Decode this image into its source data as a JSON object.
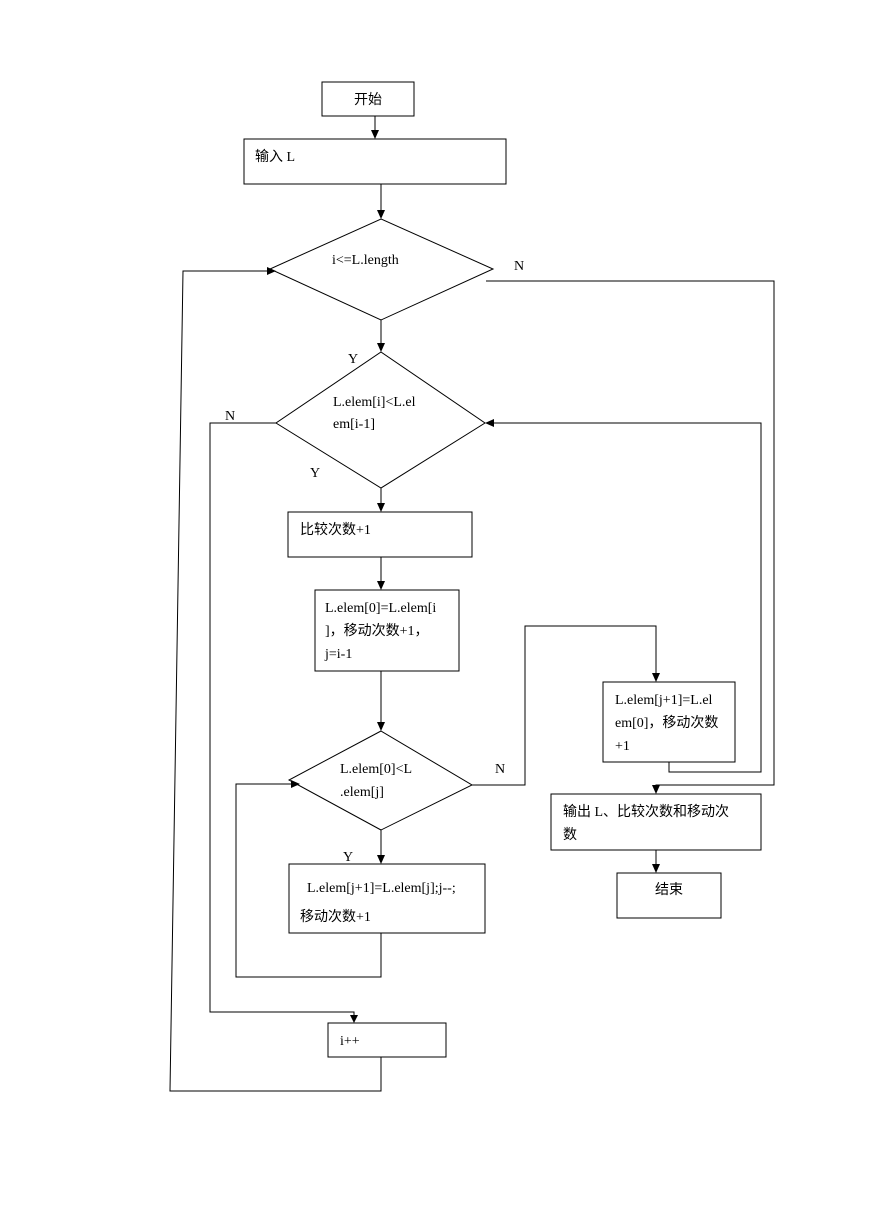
{
  "nodes": {
    "start": "开始",
    "input": "输入 L",
    "loop_cond": "i<=L.length",
    "compare_cond": {
      "line1": "L.elem[i]<L.el",
      "line2": "em[i-1]"
    },
    "compare_count": "比较次数+1",
    "assign_sentinel": {
      "line1": "L.elem[0]=L.elem[i",
      "line2": "]，移动次数+1，",
      "line3": "j=i-1"
    },
    "shift_cond": {
      "line1": "L.elem[0]<L",
      "line2": ".elem[j]"
    },
    "shift_body": {
      "line1": "L.elem[j+1]=L.elem[j];j--;",
      "line2": "移动次数+1"
    },
    "insert": {
      "line1": "L.elem[j+1]=L.el",
      "line2": "em[0]，移动次数",
      "line3": "+1"
    },
    "output": {
      "line1": "输出 L、比较次数和移动次",
      "line2": "数"
    },
    "end": "结束",
    "increment": "i++"
  },
  "edge_labels": {
    "loop_no": "N",
    "compare_yes_1": "Y",
    "compare_no": "N",
    "compare_yes_2": "Y",
    "shift_no": "N",
    "shift_yes": "Y"
  }
}
